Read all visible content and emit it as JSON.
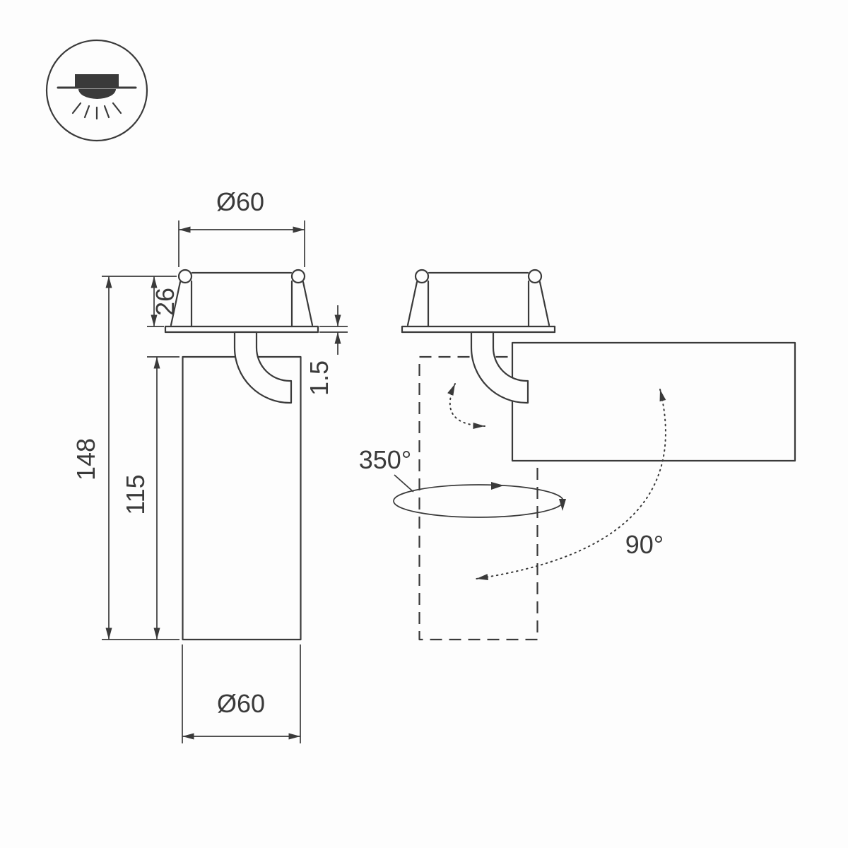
{
  "diagram": {
    "colors": {
      "line": "#3a3a3a",
      "background": "#fdfdfd"
    },
    "icons": {
      "mount_type": "recessed-downlight-mount-icon"
    },
    "front_view": {
      "top_diameter": "Ø60",
      "recess_depth": "26",
      "flange_thickness": "1.5",
      "total_height": "148",
      "body_height": "115",
      "body_diameter": "Ø60"
    },
    "rotation_view": {
      "swivel_angle": "350°",
      "tilt_angle": "90°"
    }
  }
}
